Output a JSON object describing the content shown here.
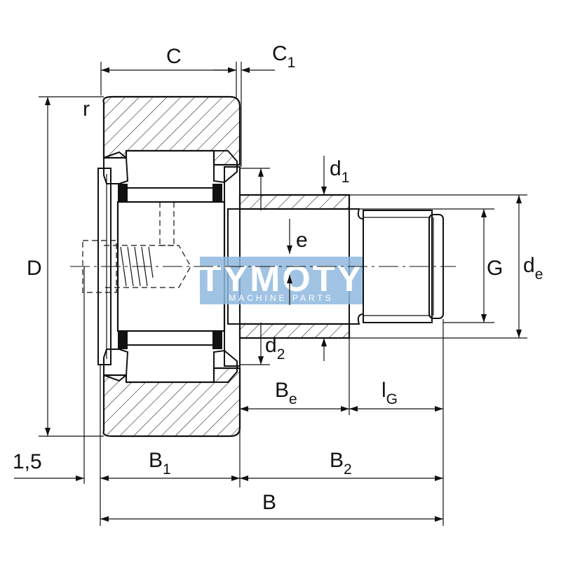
{
  "labels": {
    "C": "C",
    "C1": {
      "base": "C",
      "sub": "1"
    },
    "r": "r",
    "d1": {
      "base": "d",
      "sub": "1"
    },
    "e": "e",
    "D": "D",
    "G": "G",
    "de": {
      "base": "d",
      "sub": "e"
    },
    "d2": {
      "base": "d",
      "sub": "2"
    },
    "Be": {
      "base": "B",
      "sub": "e"
    },
    "lG": {
      "base": "l",
      "sub": "G"
    },
    "offset": "1,5",
    "B1": {
      "base": "B",
      "sub": "1"
    },
    "B2": {
      "base": "B",
      "sub": "2"
    },
    "B": "B"
  },
  "watermark": {
    "brand": "TYMOTY",
    "tagline": "MACHINE PARTS",
    "color": "#8fb8df"
  },
  "colors": {
    "line": "#111111",
    "background": "#ffffff"
  }
}
